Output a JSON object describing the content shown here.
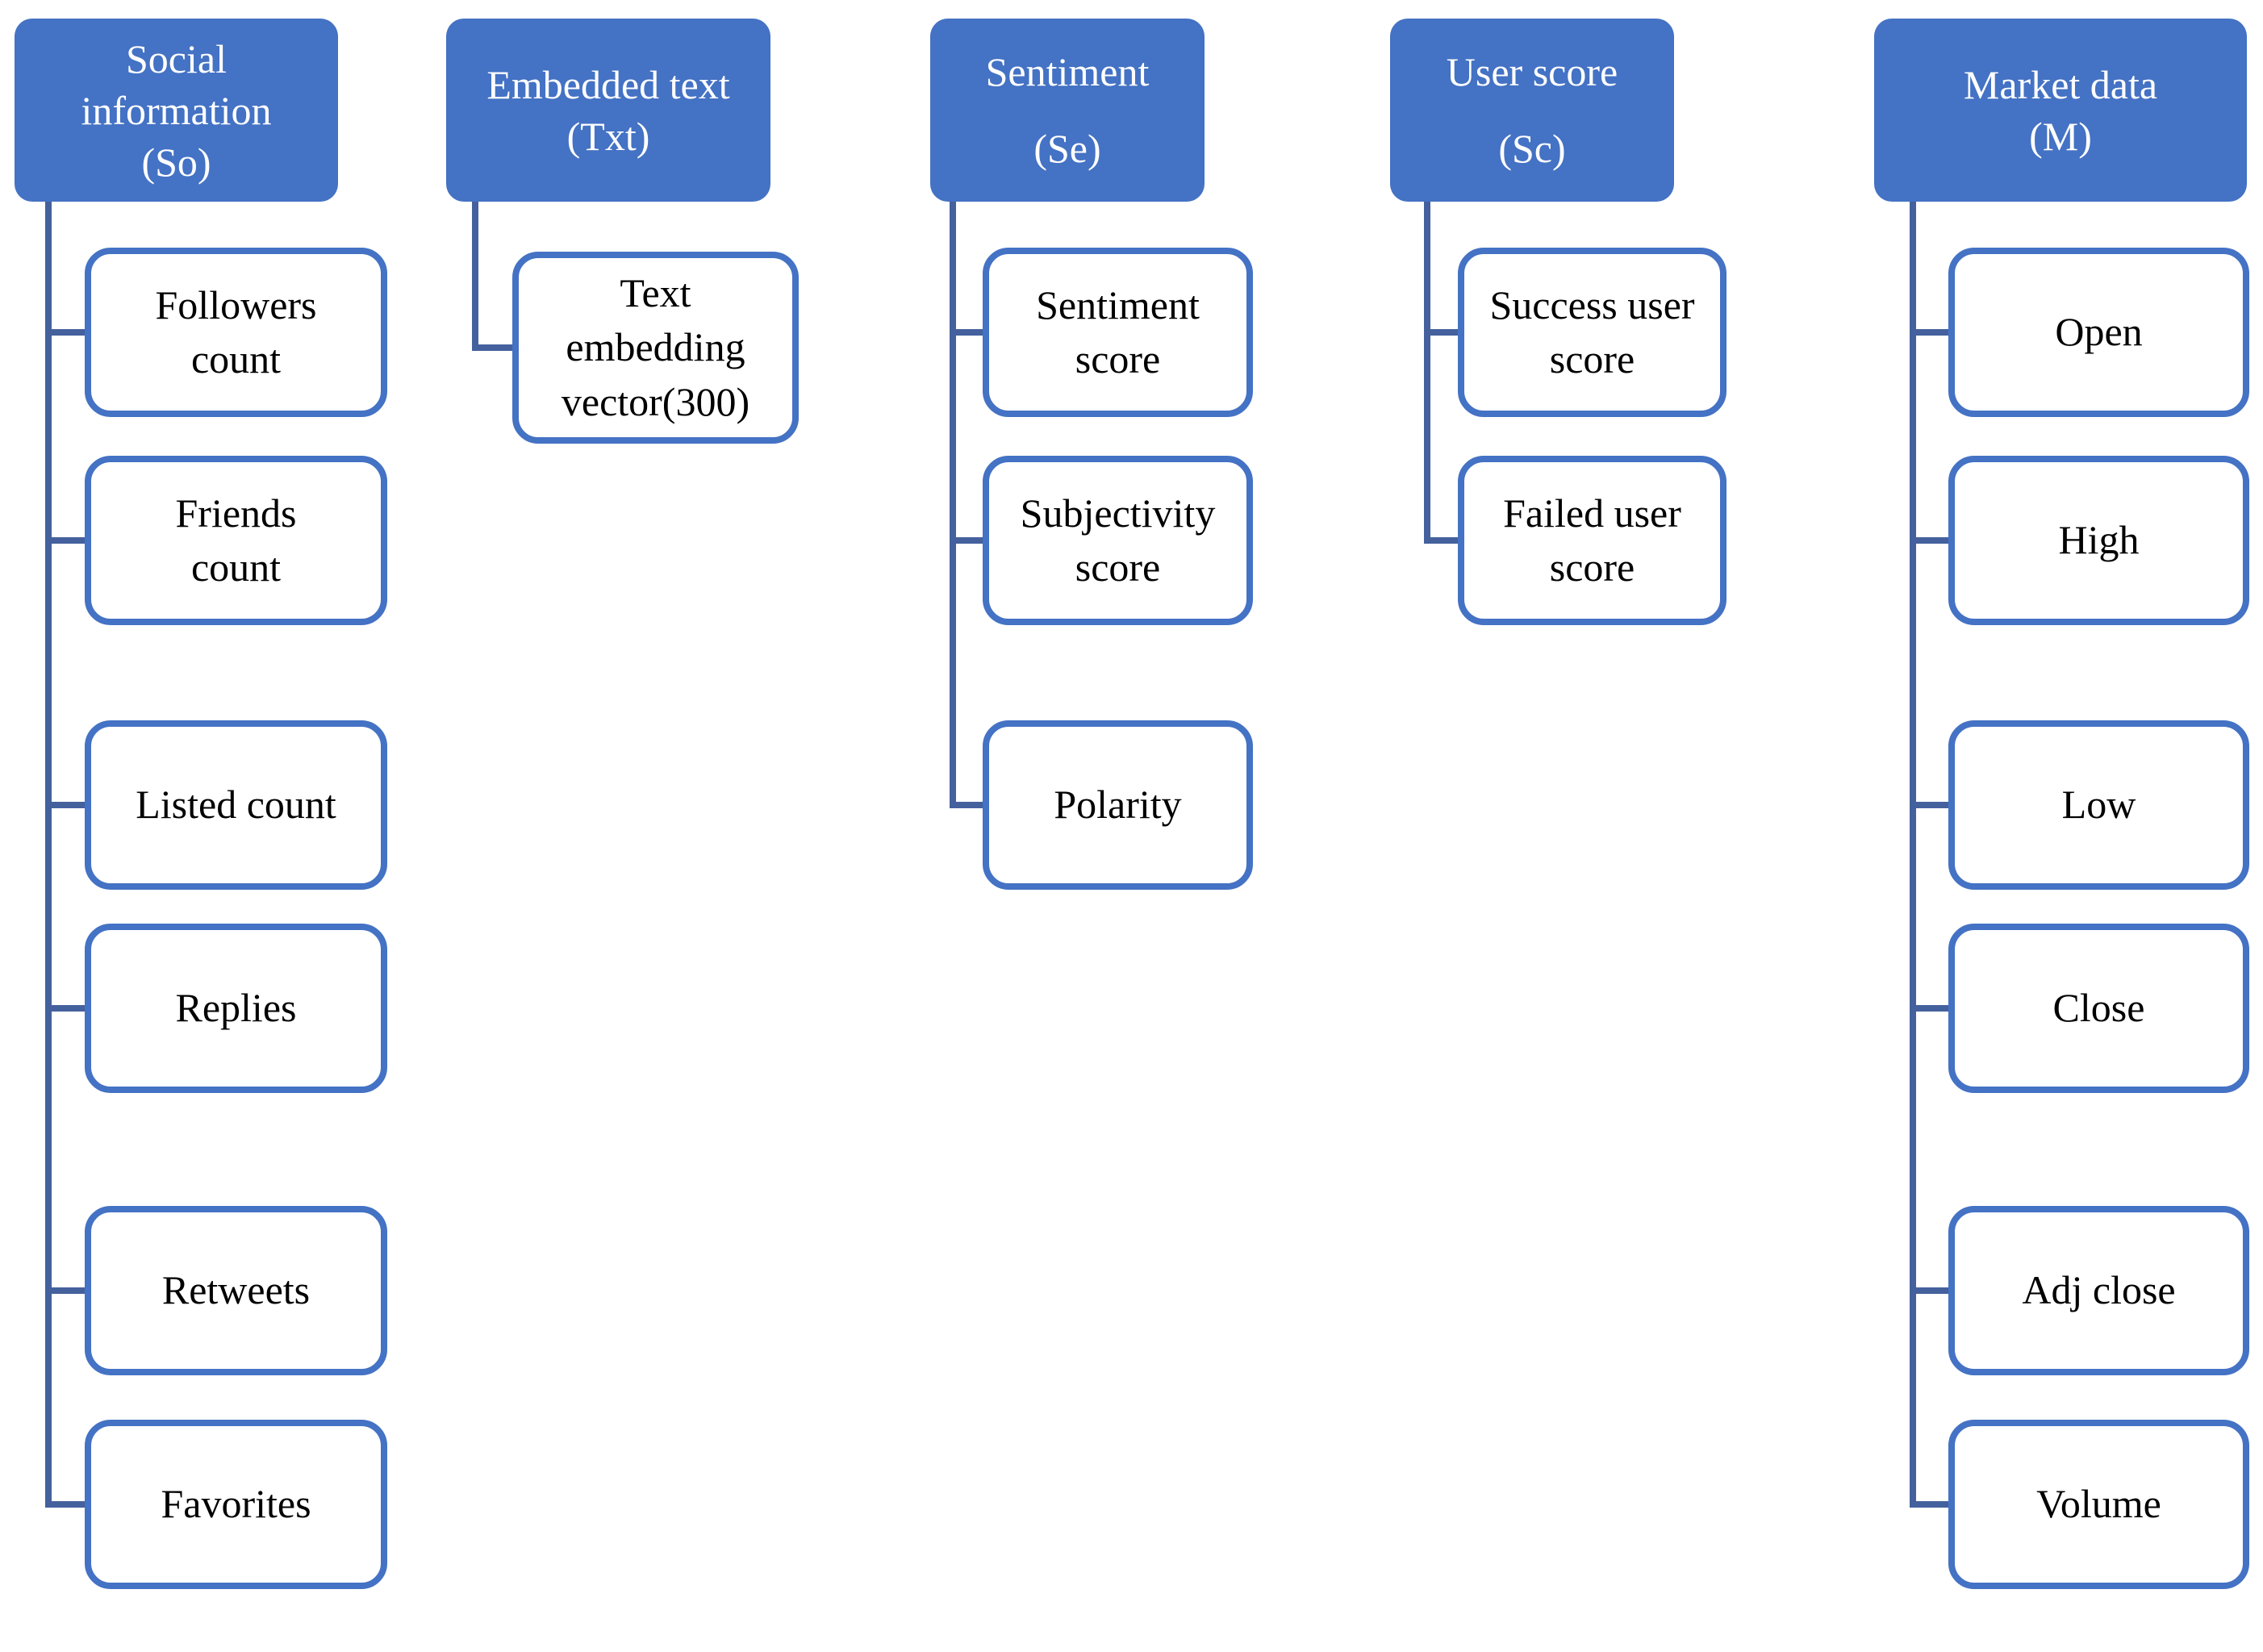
{
  "title": "Feature groups diagram",
  "colors": {
    "header_fill": "#4472C4",
    "header_text": "#FFFFFF",
    "node_border": "#4472C4",
    "node_text": "#000000",
    "connector": "#44619D",
    "background": "#FFFFFF"
  },
  "columns": [
    {
      "code": "So",
      "header": "Social\ninformation\n(So)",
      "children": [
        "Followers\ncount",
        "Friends\ncount",
        "Listed count",
        "Replies",
        "Retweets",
        "Favorites"
      ]
    },
    {
      "code": "Txt",
      "header": "Embedded text\n(Txt)",
      "children": [
        "Text\nembedding\nvector(300)"
      ]
    },
    {
      "code": "Se",
      "header": "Sentiment\n(Se)",
      "children": [
        "Sentiment\nscore",
        "Subjectivity\nscore",
        "Polarity"
      ]
    },
    {
      "code": "Sc",
      "header": "User score\n(Sc)",
      "children": [
        "Success user\nscore",
        "Failed user\nscore"
      ]
    },
    {
      "code": "M",
      "header": "Market data\n(M)",
      "children": [
        "Open",
        "High",
        "Low",
        "Close",
        "Adj close",
        "Volume"
      ]
    }
  ]
}
